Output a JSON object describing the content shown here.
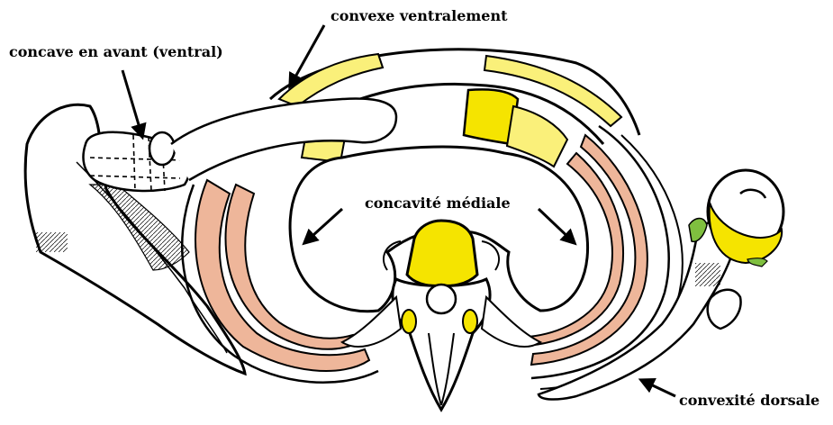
{
  "labels": {
    "convexe_ventralement": "convexe ventralement",
    "concave_en_avant": "concave en avant (ventral)",
    "concavite_mediale": "concavité médiale",
    "convexite_dorsale": "convexité dorsale"
  },
  "colors": {
    "cartilage": "#f5e400",
    "cartilage_light": "#faf07a",
    "muscle": "#eeb69a",
    "outline": "#000000",
    "green": "#7fbf3f",
    "background": "#ffffff"
  }
}
